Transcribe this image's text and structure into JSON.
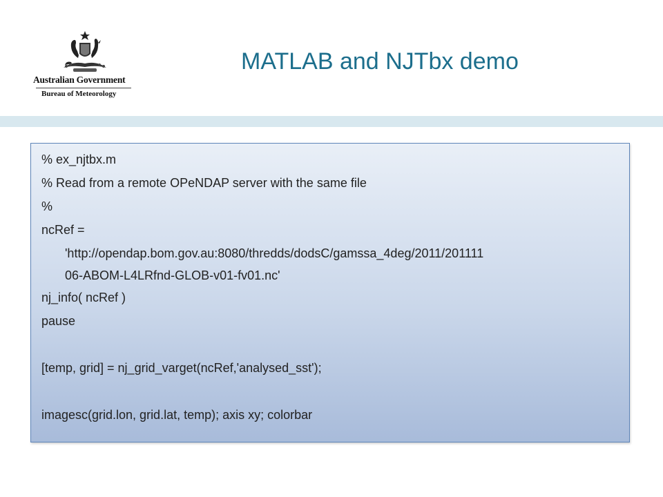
{
  "logo": {
    "organization": "Australian Government",
    "department": "Bureau of Meteorology",
    "icon": "coat-of-arms-icon"
  },
  "slide": {
    "title": "MATLAB and NJTbx demo"
  },
  "code": {
    "lines": [
      "%  ex_njtbx.m",
      "%  Read from a remote OPeNDAP server with the same file",
      "%",
      "ncRef =",
      "'http://opendap.bom.gov.au:8080/thredds/dodsC/gamssa_4deg/2011/201111",
      "06-ABOM-L4LRfnd-GLOB-v01-fv01.nc'",
      "nj_info( ncRef )",
      "pause",
      "",
      "[temp, grid] = nj_grid_varget(ncRef,'analysed_sst');",
      "",
      "imagesc(grid.lon, grid.lat, temp); axis xy; colorbar"
    ]
  },
  "colors": {
    "title": "#1c6e8c",
    "band": "#d8e8ef",
    "box_border": "#5d84b8",
    "box_top": "#e9eff7",
    "box_bottom": "#a8bbda"
  }
}
